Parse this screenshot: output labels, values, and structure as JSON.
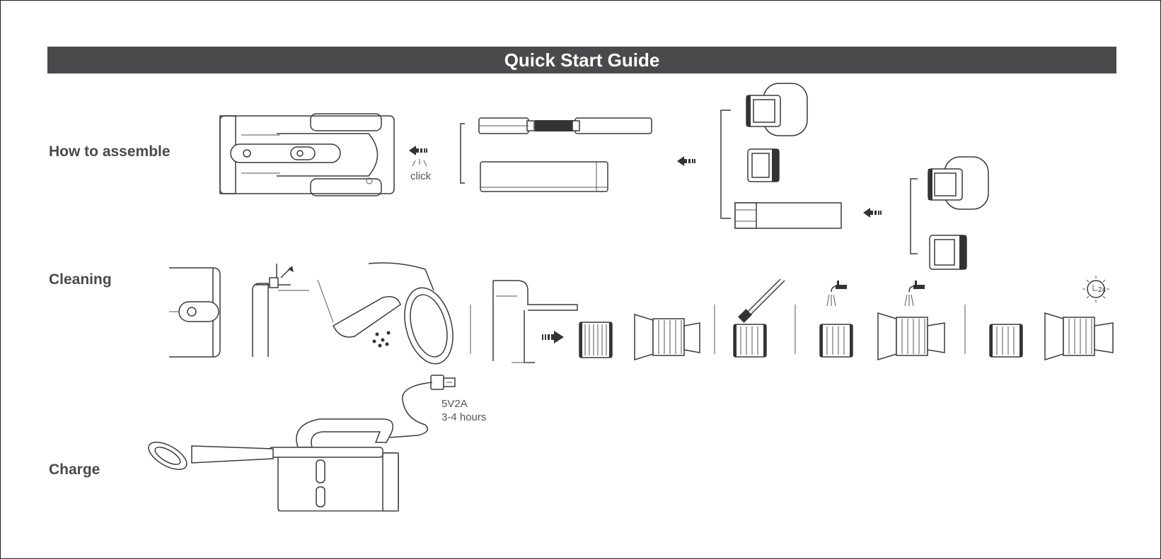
{
  "title": "Quick Start Guide",
  "sections": {
    "assemble": "How to assemble",
    "cleaning": "Cleaning",
    "charge": "Charge"
  },
  "annotations": {
    "click": "click",
    "power_spec": "5V2A",
    "charge_time": "3-4 hours"
  },
  "dry_time_badge": "24",
  "colors": {
    "title_bar": "#4a4a4c",
    "title_text": "#ffffff",
    "section_text": "#4a4a4c",
    "line_art": "#3a3a3a"
  },
  "icons": [
    "arrow-left-icon",
    "click-burst-icon",
    "arrow-right-icon",
    "faucet-icon",
    "brush-icon",
    "sun-clock-icon",
    "usb-plug-icon"
  ]
}
